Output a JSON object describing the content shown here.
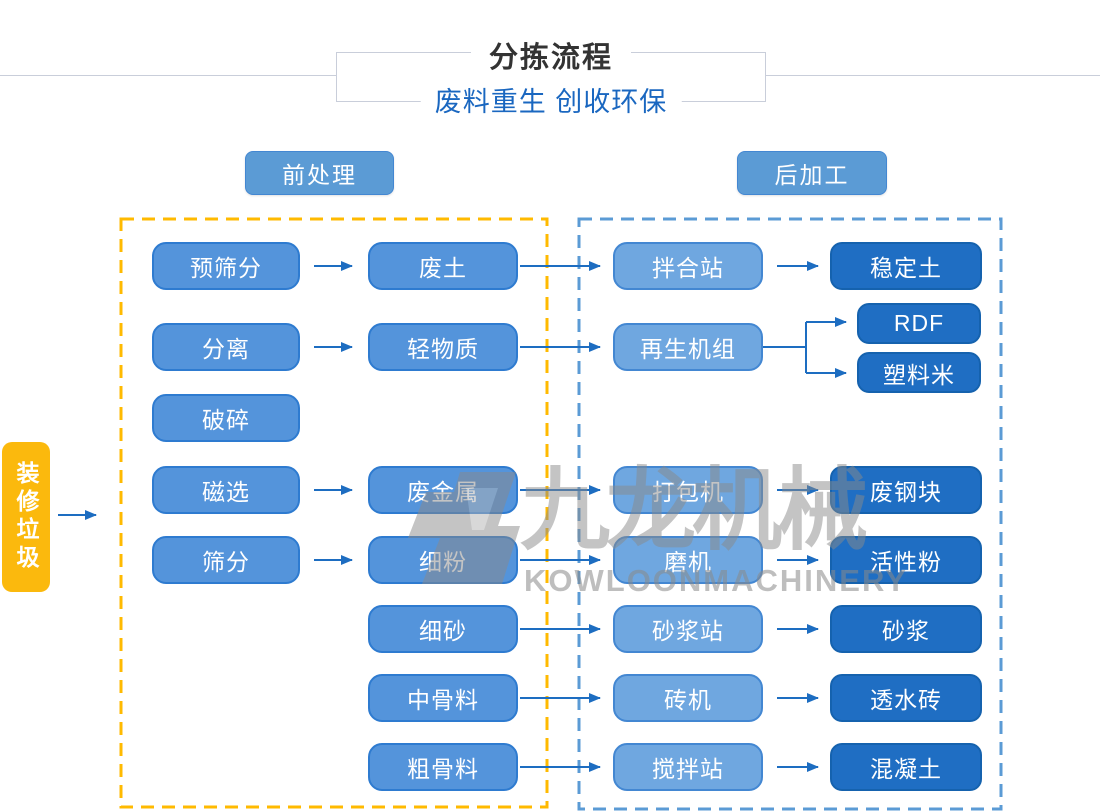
{
  "header": {
    "title": "分拣流程",
    "subtitle": "废料重生 创收环保"
  },
  "sections": {
    "pre_label": "前处理",
    "post_label": "后加工"
  },
  "source_label": "装修垃圾",
  "labels": {
    "pre_screening": "预筛分",
    "waste_soil": "废土",
    "separation": "分离",
    "light_material": "轻物质",
    "crushing": "破碎",
    "magnetic_separation": "磁选",
    "scrap_metal": "废金属",
    "screening": "筛分",
    "fine_powder": "细粉",
    "fine_sand": "细砂",
    "medium_aggregate": "中骨料",
    "coarse_aggregate": "粗骨料",
    "mixing_station": "拌合站",
    "stabilized_soil": "稳定土",
    "recycling_unit": "再生机组",
    "rdf": "RDF",
    "plastic_pellets": "塑料米",
    "baler": "打包机",
    "scrap_steel_block": "废钢块",
    "grinding_mill": "磨机",
    "active_powder": "活性粉",
    "mortar_station": "砂浆站",
    "mortar": "砂浆",
    "brick_machine": "砖机",
    "permeable_brick": "透水砖",
    "mixing_plant": "搅拌站",
    "concrete": "混凝土"
  },
  "watermark": {
    "name": "九龙机械",
    "caption": "KOWLOONMACHINERY"
  },
  "colors": {
    "title": "#333333",
    "subtitle": "#1a67c0",
    "process_fill": "#5494db",
    "process_border": "#2e7bd0",
    "stage_fill": "#6fa7e0",
    "stage_border": "#4387d2",
    "output_fill": "#1f6ec3",
    "output_border": "#1562ae",
    "button_fill": "#5b9bd5",
    "source_fill": "#fbb90d",
    "dashed_yellow": "#ffba00",
    "dashed_blue": "#5b9bd5",
    "arrow": "#1d6dc1",
    "watermark_gray": "#8a8a8a"
  }
}
